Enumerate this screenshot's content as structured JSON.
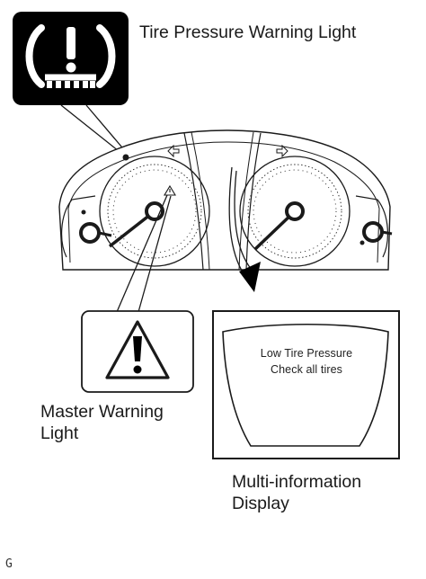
{
  "labels": {
    "tire_pressure_warning_light": "Tire Pressure Warning Light",
    "master_warning_light_line1": "Master Warning",
    "master_warning_light_line2": "Light",
    "multi_information_display_line1": "Multi-information",
    "multi_information_display_line2": "Display"
  },
  "display_text": {
    "line1": "Low Tire Pressure",
    "line2": "Check all tires"
  },
  "figure_code": "G",
  "colors": {
    "ink": "#1a1a1a",
    "icon_box_fill": "#000000",
    "icon_glyph": "#ffffff",
    "background": "#ffffff"
  },
  "icons": {
    "tpms": "tire-pressure-warning-icon",
    "master": "master-warning-triangle-icon"
  }
}
